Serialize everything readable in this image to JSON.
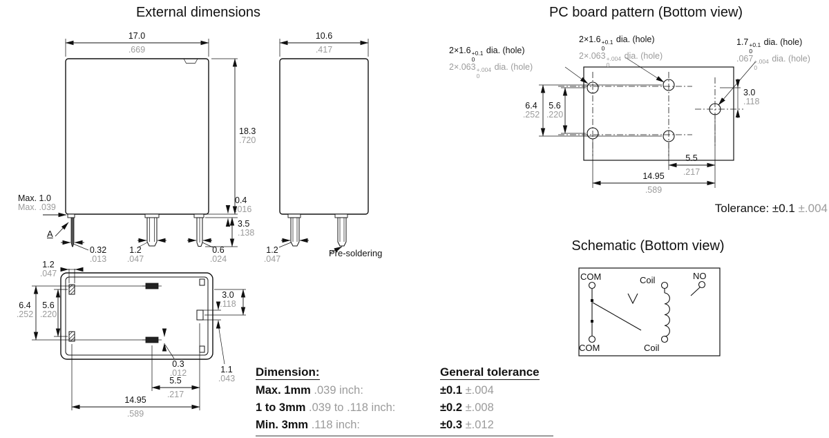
{
  "titles": {
    "external": "External dimensions",
    "pcb": "PC board pattern (Bottom view)",
    "schematic": "Schematic (Bottom view)"
  },
  "front": {
    "w": {
      "mm": "17.0",
      "in": ".669"
    },
    "h": {
      "mm": "18.3",
      "in": ".720"
    },
    "max": {
      "mm": "Max. 1.0",
      "in": "Max. .039"
    },
    "a": "A",
    "step": {
      "mm": "0.4",
      "in": ".016"
    },
    "pin_len": {
      "mm": "3.5",
      "in": ".138"
    },
    "pin1": {
      "mm": "0.32",
      "in": ".013"
    },
    "pin2": {
      "mm": "1.2",
      "in": ".047"
    },
    "pin3": {
      "mm": "0.6",
      "in": ".024"
    }
  },
  "side": {
    "w": {
      "mm": "10.6",
      "in": ".417"
    },
    "pin": {
      "mm": "1.2",
      "in": ".047"
    },
    "presoldering": "Pre-soldering"
  },
  "bottom": {
    "slot": {
      "mm": "1.2",
      "in": ".047"
    },
    "gap64": {
      "mm": "6.4",
      "in": ".252"
    },
    "gap56": {
      "mm": "5.6",
      "in": ".220"
    },
    "gap30": {
      "mm": "3.0",
      "in": ".118"
    },
    "gap03": {
      "mm": "0.3",
      "in": ".012"
    },
    "gap55": {
      "mm": "5.5",
      "in": ".217"
    },
    "gap11": {
      "mm": "1.1",
      "in": ".043"
    },
    "gap1495": {
      "mm": "14.95",
      "in": ".589"
    }
  },
  "pcb": {
    "gap64": {
      "mm": "6.4",
      "in": ".252"
    },
    "gap56": {
      "mm": "5.6",
      "in": ".220"
    },
    "gap30": {
      "mm": "3.0",
      "in": ".118"
    },
    "gap55": {
      "mm": "5.5",
      "in": ".217"
    },
    "gap1495": {
      "mm": "14.95",
      "in": ".589"
    },
    "hole_small": {
      "mm_pre": "2×1.6",
      "mm_tol_top": "+0.1",
      "mm_tol_bot": "0",
      "mm_post": " dia. (hole)",
      "in_pre": "2×.063",
      "in_tol_top": "+.004",
      "in_tol_bot": "0",
      "in_post": " dia. (hole)"
    },
    "hole_large": {
      "mm_pre": "1.7",
      "mm_tol_top": "+0.1",
      "mm_tol_bot": "0",
      "mm_post": " dia. (hole)",
      "in_pre": ".067",
      "in_tol_top": "+.004",
      "in_tol_bot": "0",
      "in_post": " dia. (hole)"
    },
    "tolerance_mm": "Tolerance: ±0.1",
    "tolerance_in": " ±.004"
  },
  "schematic": {
    "com_top": "COM",
    "no": "NO",
    "coil_top": "Coil",
    "com_bottom": "COM",
    "coil_bottom": "Coil"
  },
  "table": {
    "dimension_header": "Dimension:",
    "tolerance_header": "General tolerance",
    "rows": [
      {
        "dim_mm": "Max. 1mm",
        "dim_in": " .039 inch:",
        "tol_mm": "±0.1",
        "tol_in": " ±.004"
      },
      {
        "dim_mm": "1 to 3mm",
        "dim_in": " .039 to .118 inch:",
        "tol_mm": "±0.2",
        "tol_in": " ±.008"
      },
      {
        "dim_mm": "Min. 3mm",
        "dim_in": " .118 inch:",
        "tol_mm": "±0.3",
        "tol_in": " ±.012"
      }
    ]
  },
  "colors": {
    "ink": "#111111",
    "muted": "#9b9b9b"
  }
}
